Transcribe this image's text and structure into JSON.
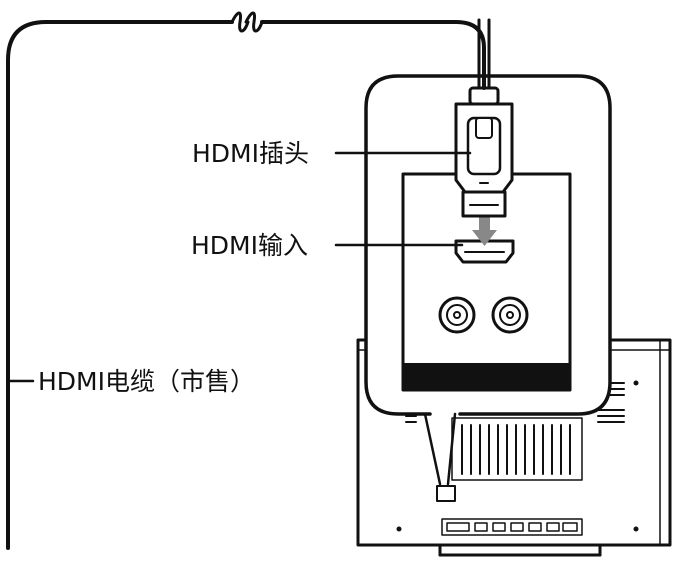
{
  "labels": {
    "plug": "HDMI插头",
    "input": "HDMI输入",
    "cable": "HDMI电缆（市售）"
  },
  "colors": {
    "ink": "#111111",
    "background": "#ffffff",
    "fill_dark": "#111111"
  }
}
